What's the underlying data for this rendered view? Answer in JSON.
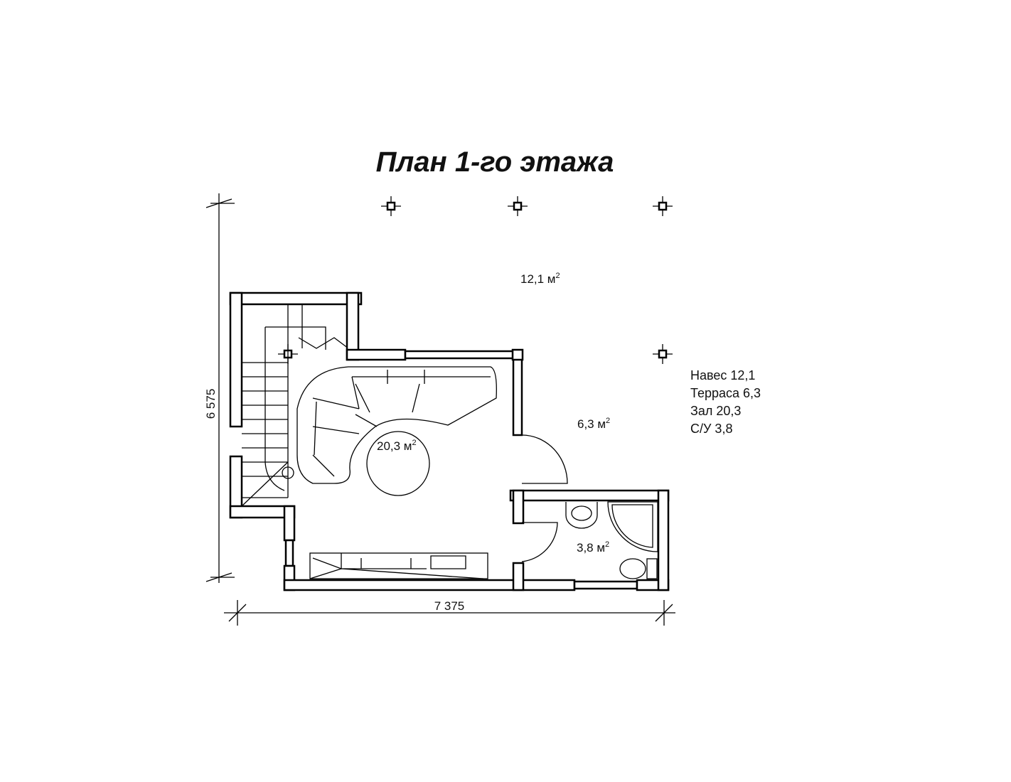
{
  "title": "План 1-го этажа",
  "dimensions": {
    "height": "6 575",
    "width": "7 375"
  },
  "rooms": {
    "canopy_area": "12,1 м",
    "terrace_area": "6,3 м",
    "hall_area": "20,3 м",
    "bathroom_area": "3,8 м",
    "unit_sup": "2"
  },
  "legend": [
    "Навес 12,1",
    "Терраса 6,3",
    "Зал 20,3",
    "С/У 3,8"
  ]
}
